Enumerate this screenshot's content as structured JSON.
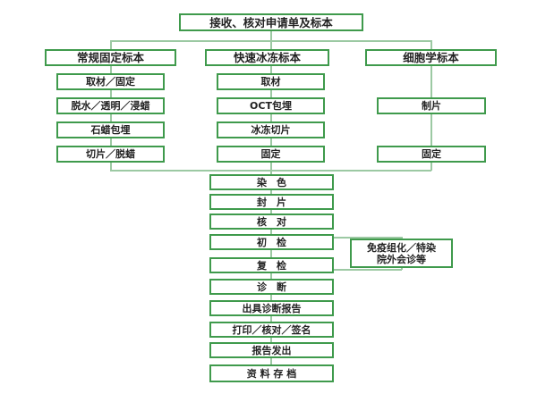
{
  "top": "接收、核对申请单及标本",
  "columns": [
    {
      "header": "常规固定标本",
      "steps": [
        "取材／固定",
        "脱水／透明／浸蜡",
        "石蜡包埋",
        "切片／脱蜡"
      ]
    },
    {
      "header": "快速冰冻标本",
      "steps": [
        "取材",
        "OCT包埋",
        "冰冻切片",
        "固定"
      ]
    },
    {
      "header": "细胞学标本",
      "steps": [
        "制片",
        "固定"
      ]
    }
  ],
  "main_steps": [
    "染　色",
    "封　片",
    "核　对",
    "初　检",
    "复　检",
    "诊　断",
    "出具诊断报告",
    "打印／核对／签名",
    "报告发出",
    "资 料 存 档"
  ],
  "side_box": {
    "line1": "免疫组化／特染",
    "line2": "院外会诊等"
  },
  "colors": {
    "border": "#3f9a4c",
    "connector": "#9cc9a3"
  }
}
